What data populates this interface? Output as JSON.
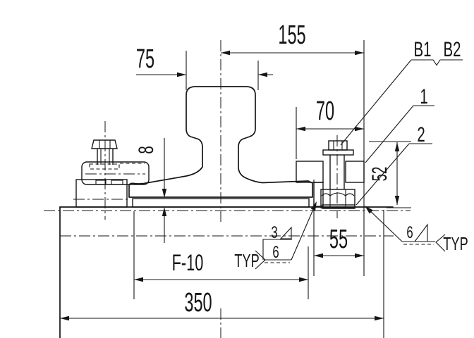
{
  "dims": {
    "overall_width": "350",
    "center_to_edge": "155",
    "head_width": "75",
    "clamp_width": "70",
    "bolt_to_edge": "55",
    "clamp_height": "52",
    "pad_thickness": "8",
    "pad_designation": "F-10"
  },
  "labels": {
    "b1": "B1",
    "b2": "B2",
    "item1": "1",
    "item2": "2"
  },
  "weld_left": {
    "typ": "TYP",
    "top_size": "3",
    "bottom_size": "6"
  },
  "weld_right": {
    "size": "6",
    "typ": "TYP"
  }
}
